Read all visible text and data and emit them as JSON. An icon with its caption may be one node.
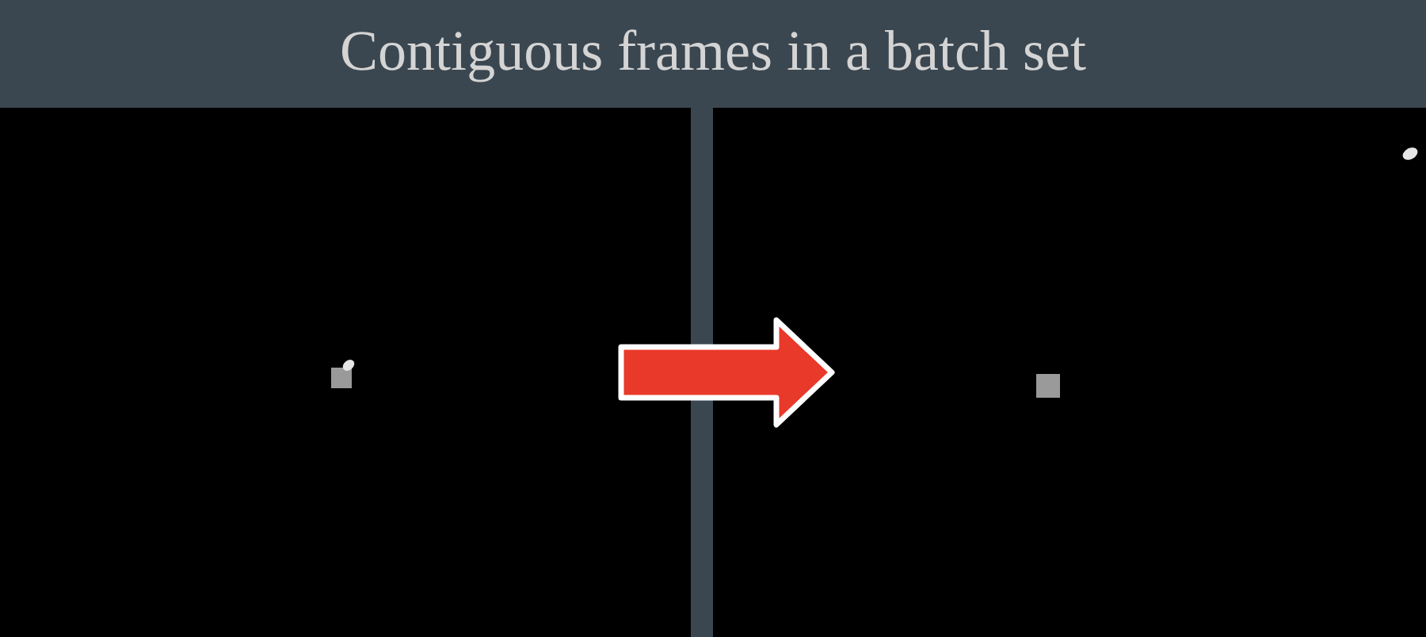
{
  "diagram": {
    "title": "Contiguous frames in a batch set",
    "nodes": [
      {
        "text": [],
        "shape": "picture"
      },
      {
        "text": [],
        "shape": "picture"
      }
    ],
    "edges": [
      {
        "from": 0,
        "to": 1,
        "arrow": "to"
      }
    ]
  }
}
